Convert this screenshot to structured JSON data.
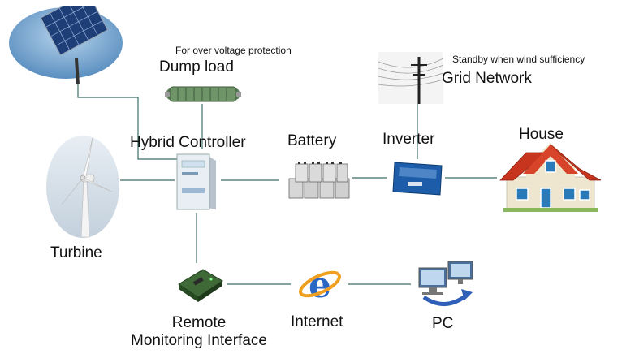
{
  "labels": {
    "dump_load": "Dump load",
    "dump_note": "For over voltage protection",
    "grid_network": "Grid Network",
    "grid_note": "Standby when wind sufficiency",
    "hybrid_controller": "Hybrid Controller",
    "battery": "Battery",
    "inverter": "Inverter",
    "house": "House",
    "turbine": "Turbine",
    "remote_line1": "Remote",
    "remote_line2": "Monitoring Interface",
    "internet": "Internet",
    "pc": "PC"
  },
  "colors": {
    "line": "#3e6e66",
    "sky": "#6ea3cf",
    "roof": "#c8351e",
    "inverter_blue": "#1c5ca8",
    "internet_blue": "#2a68c4",
    "internet_orange": "#f0a020"
  }
}
